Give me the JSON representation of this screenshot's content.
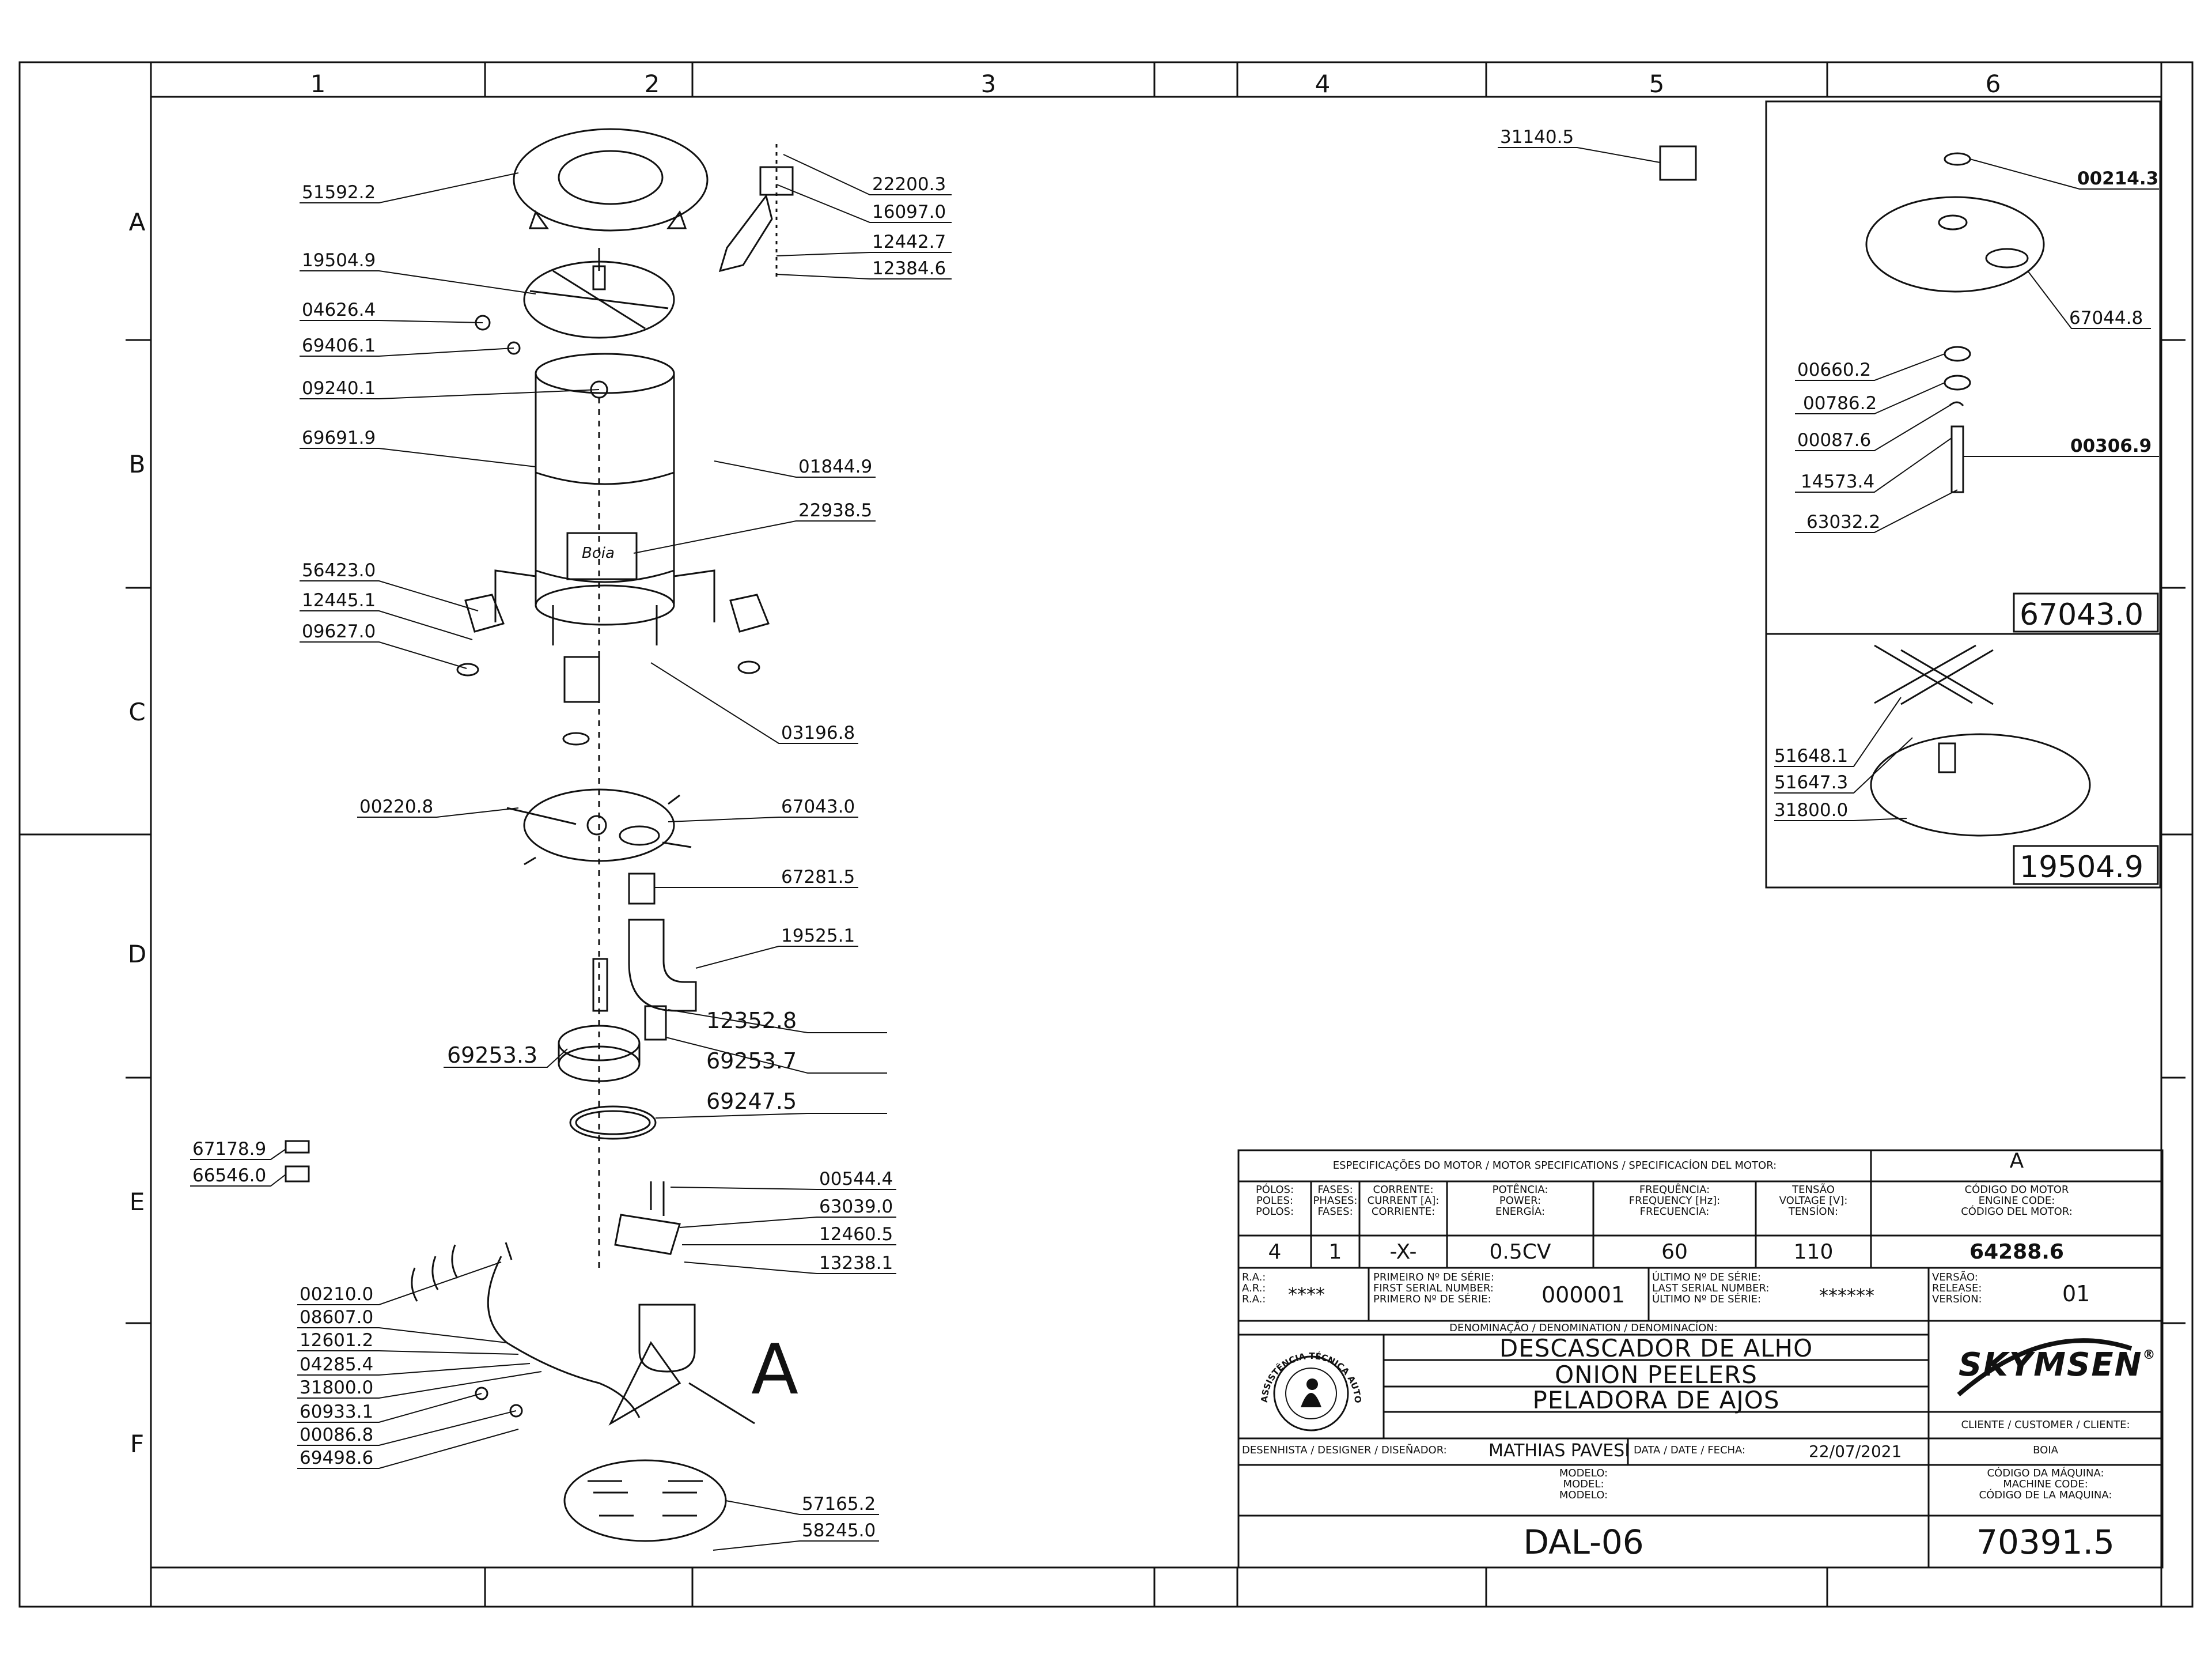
{
  "grid": {
    "columns": [
      "1",
      "2",
      "3",
      "4",
      "5",
      "6"
    ],
    "rows": [
      "A",
      "B",
      "C",
      "D",
      "E",
      "F"
    ]
  },
  "labels_left": [
    "51592.2",
    "19504.9",
    "04626.4",
    "69406.1",
    "09240.1",
    "69691.9",
    "56423.0",
    "12445.1",
    "09627.0",
    "00220.8",
    "69253.3",
    "67178.9",
    "66546.0",
    "00210.0",
    "08607.0",
    "12601.2",
    "04285.4",
    "31800.0",
    "60933.1",
    "00086.8",
    "69498.6"
  ],
  "labels_right": [
    "22200.3",
    "16097.0",
    "12442.7",
    "12384.6",
    "01844.9",
    "22938.5",
    "03196.8",
    "67043.0",
    "67281.5",
    "19525.1",
    "12352.8",
    "69253.7",
    "69247.5",
    "00544.4",
    "63039.0",
    "12460.5",
    "13238.1",
    "57165.2",
    "58245.0"
  ],
  "label_top": "31140.5",
  "brand_logo": "Boia",
  "callout_letter": "A",
  "detail_a": {
    "labels": [
      "00214.3",
      "67044.8",
      "00660.2",
      "00786.2",
      "00087.6",
      "00306.9",
      "14573.4",
      "63032.2"
    ],
    "box_id": "67043.0"
  },
  "detail_b": {
    "labels": [
      "51648.1",
      "51647.3",
      "31800.0"
    ],
    "box_id": "19504.9"
  },
  "title_block": {
    "motor_header": "ESPECIFICAÇÕES DO MOTOR / MOTOR SPECIFICATIONS / SPECIFICACÍON DEL MOTOR:",
    "rev_letter": "A",
    "col_polos": [
      "PÓLOS:",
      "POLES:",
      "POLOS:"
    ],
    "col_fases": [
      "FASES:",
      "PHASES:",
      "FASES:"
    ],
    "col_corrente": [
      "CORRENTE:",
      "CURRENT [A]:",
      "CORRIENTE:"
    ],
    "col_potencia": [
      "POTÊNCIA:",
      "POWER:",
      "ENERGÍA:"
    ],
    "col_freq": [
      "FREQUÊNCIA:",
      "FREQUENCY [Hz]:",
      "FRECUENCIA:"
    ],
    "col_tensao": [
      "TENSÃO",
      "VOLTAGE [V]:",
      "TENSÍON:"
    ],
    "col_codmotor": [
      "CÓDIGO DO MOTOR",
      "ENGINE CODE:",
      "CÓDIGO DEL MOTOR:"
    ],
    "val_polos": "4",
    "val_fases": "1",
    "val_corrente": "-X-",
    "val_potencia": "0.5CV",
    "val_freq": "60",
    "val_tensao": "110",
    "val_codmotor": "64288.6",
    "ra_labels": [
      "R.A.:",
      "A.R.:",
      "R.A.:"
    ],
    "ra_value": "****",
    "first_serial_labels": [
      "PRIMEIRO Nº DE SÉRIE:",
      "FIRST SERIAL NUMBER:",
      "PRIMERO Nº DE SÉRIE:"
    ],
    "first_serial_value": "000001",
    "last_serial_labels": [
      "ÚLTIMO Nº DE SÉRIE:",
      "LAST SERIAL NUMBER:",
      "ÚLTIMO Nº DE SÉRIE:"
    ],
    "last_serial_value": "******",
    "release_labels": [
      "VERSÃO:",
      "RELEASE:",
      "VERSÍON:"
    ],
    "release_value": "01",
    "denomination_header": "DENOMINAÇÃO / DENOMINATION / DENOMINACÍON:",
    "names": [
      "DESCASCADOR DE ALHO",
      "ONION PEELERS",
      "PELADORA DE AJOS"
    ],
    "seal_text": "ASSISTÊNCIA TÉCNICA AUTORIZADA",
    "brand": "SKYMSEN",
    "brand_mark": "®",
    "designer_label": "DESENHISTA / DESIGNER / DISEÑADOR:",
    "designer": "MATHIAS PAVESI",
    "date_label": "DATA / DATE / FECHA:",
    "date": "22/07/2021",
    "client_label": "CLIENTE / CUSTOMER / CLIENTE:",
    "client": "BOIA",
    "model_labels": [
      "MODELO:",
      "MODEL:",
      "MODELO:"
    ],
    "model": "DAL-06",
    "machine_code_labels": [
      "CÓDIGO DA MÁQUINA:",
      "MACHINE CODE:",
      "CÓDIGO DE LA MAQUINA:"
    ],
    "machine_code": "70391.5"
  }
}
